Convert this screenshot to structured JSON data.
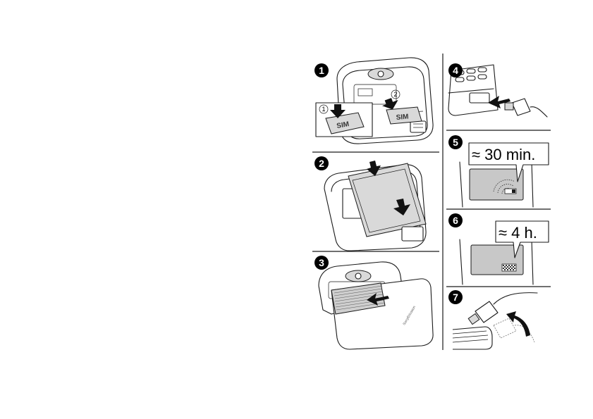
{
  "steps": [
    {
      "number": "1",
      "sub_steps": [
        "1",
        "2"
      ],
      "sim_label": "SIM"
    },
    {
      "number": "2"
    },
    {
      "number": "3",
      "brand": "SonyEricsson"
    },
    {
      "number": "4"
    },
    {
      "number": "5",
      "callout": "≈ 30 min."
    },
    {
      "number": "6",
      "callout": "≈ 4 h."
    },
    {
      "number": "7"
    }
  ],
  "colors": {
    "badge": "#000000",
    "line": "#1a1a1a",
    "screen": "#c8c8c8"
  }
}
